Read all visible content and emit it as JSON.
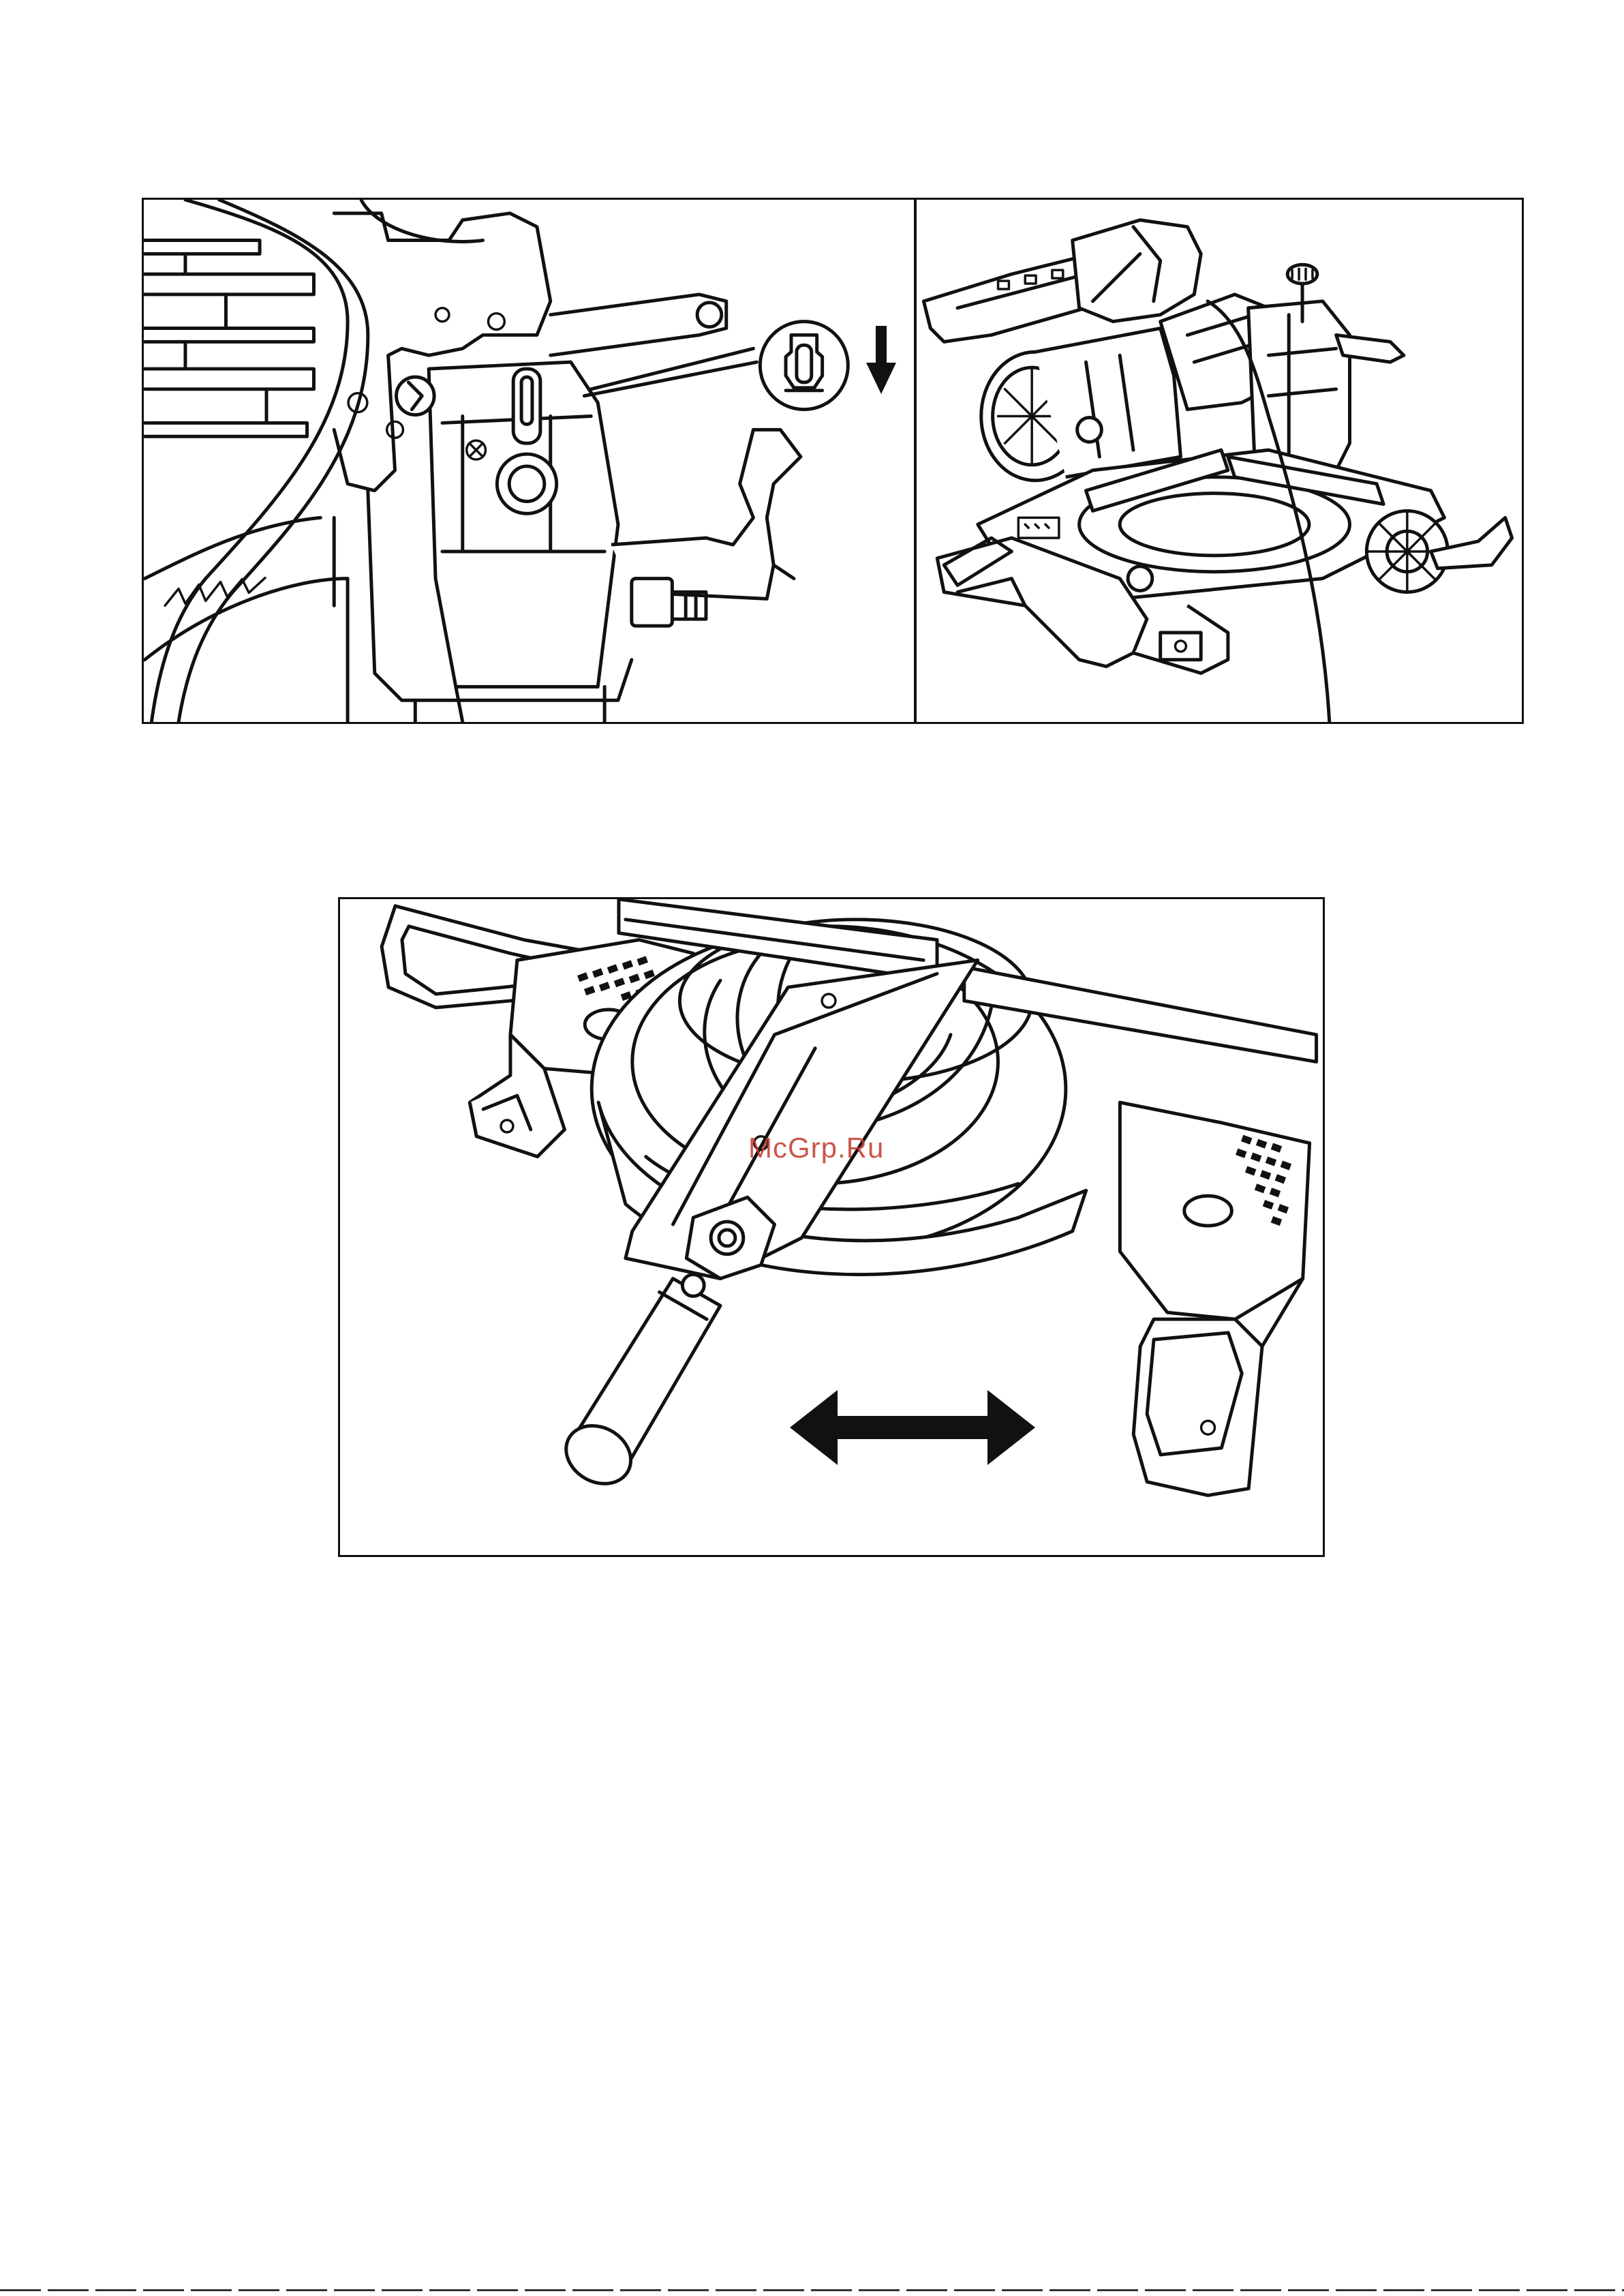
{
  "page": {
    "watermark": "McGrp.Ru"
  },
  "figures": [
    {
      "id": "fig-a",
      "subject": "blade-lock-detail"
    },
    {
      "id": "fig-b",
      "subject": "miter-saw-overview"
    },
    {
      "id": "fig-c",
      "subject": "miter-table-rotation"
    }
  ],
  "icons": {
    "down-arrow": "down-arrow-icon",
    "double-arrow": "double-arrow-icon"
  },
  "colors": {
    "line": "#111111",
    "background": "#ffffff",
    "watermark": "#c0392b"
  }
}
